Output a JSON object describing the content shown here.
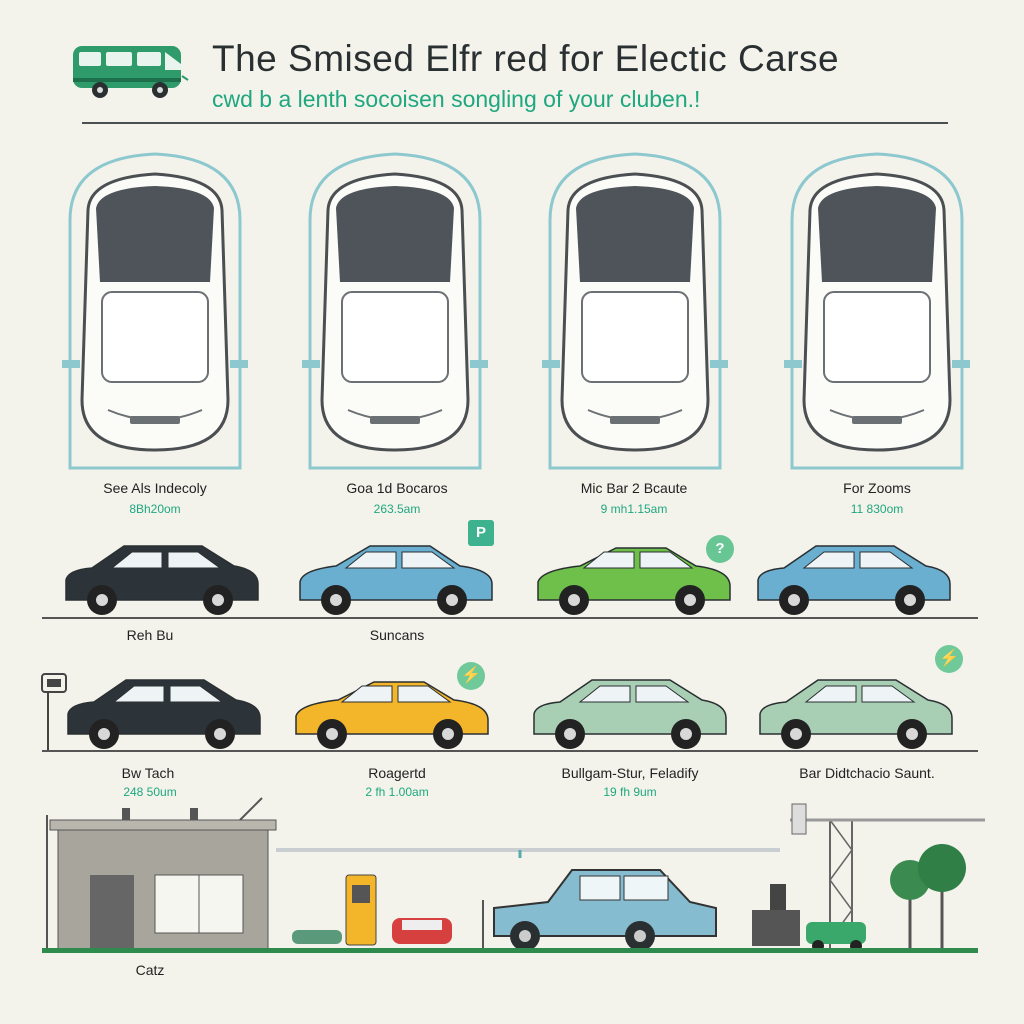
{
  "header": {
    "title": "The Smised Elfr red for Electic Carse",
    "subtitle": "cwd b a lenth socoisen songling of your cluben.!",
    "logo_icon": "camper-van-icon"
  },
  "topview_cars": [
    {
      "label": "See Als Indecoly",
      "sub": "8Bh20om"
    },
    {
      "label": "Goa 1d Bocaros",
      "sub": "263.5am"
    },
    {
      "label": "Mic Bar 2 Bcaute",
      "sub": "9 mh1.15am"
    },
    {
      "label": "For Zooms",
      "sub": "11 830om"
    }
  ],
  "row1": {
    "labels": [
      "Reh Bu",
      "Suncans"
    ],
    "cars": [
      {
        "type": "hatchback",
        "color": "#2d3439"
      },
      {
        "type": "sedan",
        "color": "#6aaed0"
      },
      {
        "type": "coupe",
        "color": "#6ec04a"
      },
      {
        "type": "hatchback",
        "color": "#6aaed0"
      }
    ],
    "badges": [
      "P",
      "?"
    ]
  },
  "row2": {
    "cars": [
      {
        "type": "hatchback",
        "color": "#2d3439",
        "label": "Bw Tach",
        "sub": "248 50um"
      },
      {
        "type": "coupe",
        "color": "#f3b62a",
        "label": "Roagertd",
        "sub": "2 fh 1.00am"
      },
      {
        "type": "hatchback",
        "color": "#a8cfb4",
        "label": "Bullgam-Stur, Feladify",
        "sub": "19 fh 9um"
      },
      {
        "type": "hatchback",
        "color": "#a8cfb4",
        "label": "Bar Didtchacio Saunt.",
        "sub": ""
      }
    ]
  },
  "station": {
    "label": "Catz",
    "car_color": "#86bccf",
    "charger_color": "#f3b62a"
  },
  "colors": {
    "accent": "#1fa77f",
    "line": "#555555",
    "ground": "#2f8a4e"
  }
}
